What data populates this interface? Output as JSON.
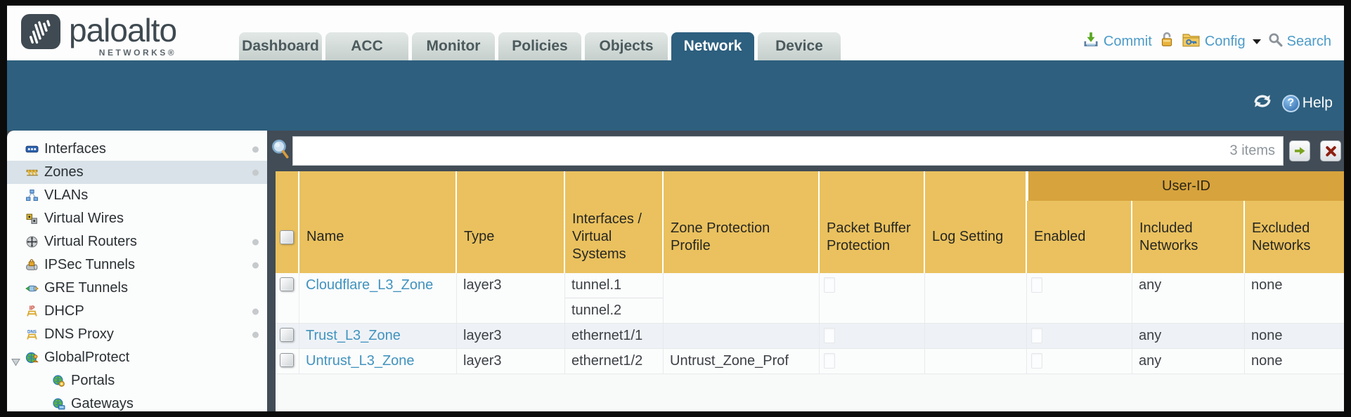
{
  "colors": {
    "teal": "#2e5f7e",
    "slate": "#414c56",
    "header_gold": "#eac15e",
    "group_gold": "#d7a33d",
    "link_blue": "#4193bf"
  },
  "header": {
    "logo": {
      "word": "paloalto",
      "sub": "NETWORKS®"
    },
    "tabs": [
      {
        "label": "Dashboard"
      },
      {
        "label": "ACC"
      },
      {
        "label": "Monitor"
      },
      {
        "label": "Policies"
      },
      {
        "label": "Objects"
      },
      {
        "label": "Network"
      },
      {
        "label": "Device"
      }
    ],
    "active_tab": "Network",
    "actions": {
      "commit": "Commit",
      "config": "Config",
      "search": "Search"
    }
  },
  "toolbar": {
    "help": "Help",
    "help_qmark": "?"
  },
  "sidebar": {
    "selected": "Zones",
    "items": [
      {
        "label": "Interfaces"
      },
      {
        "label": "Zones"
      },
      {
        "label": "VLANs"
      },
      {
        "label": "Virtual Wires"
      },
      {
        "label": "Virtual Routers"
      },
      {
        "label": "IPSec Tunnels"
      },
      {
        "label": "GRE Tunnels"
      },
      {
        "label": "DHCP"
      },
      {
        "label": "DNS Proxy"
      },
      {
        "label": "GlobalProtect"
      },
      {
        "label": "Portals"
      },
      {
        "label": "Gateways"
      }
    ]
  },
  "content": {
    "filter": {
      "value": "",
      "count": "3 items"
    },
    "table": {
      "group_header": "User-ID",
      "columns": [
        "Name",
        "Type",
        "Interfaces / Virtual Systems",
        "Zone Protection Profile",
        "Packet Buffer Protection",
        "Log Setting",
        "Enabled",
        "Included Networks",
        "Excluded Networks"
      ],
      "rows": [
        {
          "name": "Cloudflare_L3_Zone",
          "type": "layer3",
          "interfaces": [
            "tunnel.1",
            "tunnel.2"
          ],
          "zone_protection_profile": "",
          "log_setting": "",
          "included_networks": "any",
          "excluded_networks": "none"
        },
        {
          "name": "Trust_L3_Zone",
          "type": "layer3",
          "interfaces": [
            "ethernet1/1"
          ],
          "zone_protection_profile": "",
          "log_setting": "",
          "included_networks": "any",
          "excluded_networks": "none"
        },
        {
          "name": "Untrust_L3_Zone",
          "type": "layer3",
          "interfaces": [
            "ethernet1/2"
          ],
          "zone_protection_profile": "Untrust_Zone_Prof",
          "log_setting": "",
          "included_networks": "any",
          "excluded_networks": "none"
        }
      ]
    }
  }
}
